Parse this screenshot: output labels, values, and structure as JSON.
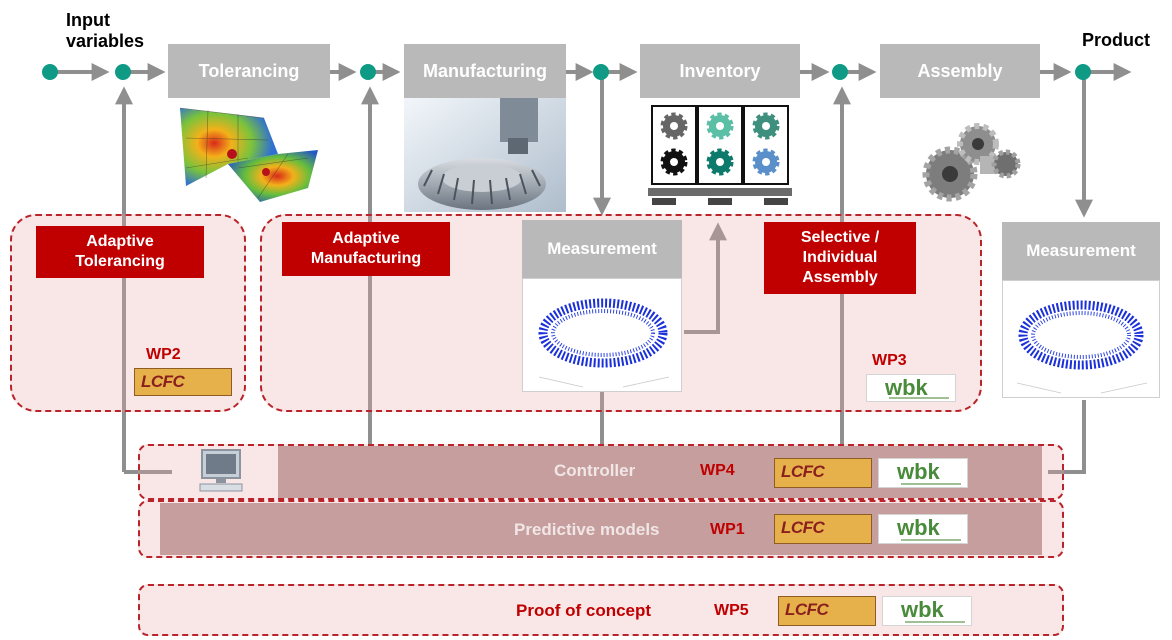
{
  "input_label": "Input\nvariables",
  "product_label": "Product",
  "stages": [
    {
      "id": "tolerancing",
      "label": "Tolerancing"
    },
    {
      "id": "manufacturing",
      "label": "Manufacturing"
    },
    {
      "id": "inventory",
      "label": "Inventory"
    },
    {
      "id": "assembly",
      "label": "Assembly"
    }
  ],
  "adaptive_tolerancing": "Adaptive\nTolerancing",
  "adaptive_manufacturing": "Adaptive\nManufacturing",
  "selective_assembly": "Selective /\nIndividual\nAssembly",
  "measurement_label": "Measurement",
  "wp": {
    "wp1": "WP1",
    "wp2": "WP2",
    "wp3": "WP3",
    "wp4": "WP4",
    "wp5": "WP5"
  },
  "controller_label": "Controller",
  "predictive_label": "Predictive models",
  "proof_label": "Proof of concept",
  "logos": {
    "lcfc": "LCFC",
    "wbk": "wbk"
  },
  "colors": {
    "node": "#0f9a86",
    "arrow": "#8f8f8f",
    "accent": "#c00000",
    "header": "#b9b9b9"
  }
}
